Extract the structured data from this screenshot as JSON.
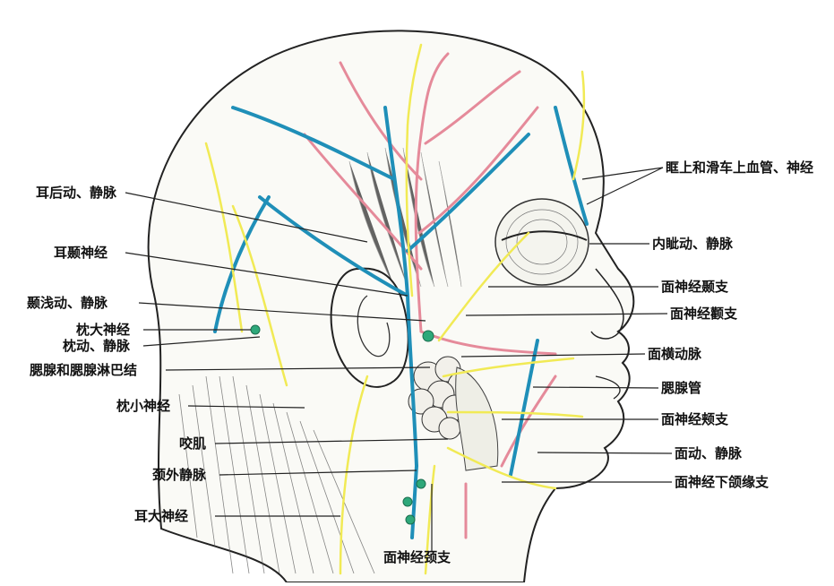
{
  "figure": {
    "colors": {
      "artery": "#e58a9a",
      "vein": "#1f8fb8",
      "nerve": "#f1ea55",
      "lymph": "#2ea87a",
      "outline": "#222222"
    },
    "labels": {
      "supraorbital": "眶上和滑车上血管、神经",
      "post_auricular": "耳后动、静脉",
      "angular": "内眦动、静脉",
      "auriculotemporal": "耳颞神经",
      "temporal_branch": "面神经颞支",
      "sup_temporal": "颞浅动、静脉",
      "zygomatic_branch": "面神经颧支",
      "greater_occipital": "枕大神经",
      "occipital_vessels": "枕动、静脉",
      "transverse_facial": "面横动脉",
      "parotid_nodes": "腮腺和腮腺淋巴结",
      "parotid_duct": "腮腺管",
      "lesser_occipital": "枕小神经",
      "buccal_branch": "面神经颊支",
      "masseter": "咬肌",
      "facial_vessels": "面动、静脉",
      "ext_jugular": "颈外静脉",
      "mandibular_branch": "面神经下颌缘支",
      "great_auricular": "耳大神经",
      "cervical_branch": "面神经颈支"
    }
  }
}
